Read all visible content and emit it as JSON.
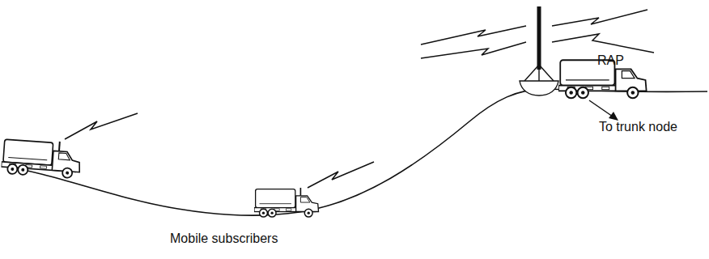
{
  "diagram": {
    "labels": [
      "RAP",
      "To trunk node",
      "Mobile subscribers"
    ]
  }
}
